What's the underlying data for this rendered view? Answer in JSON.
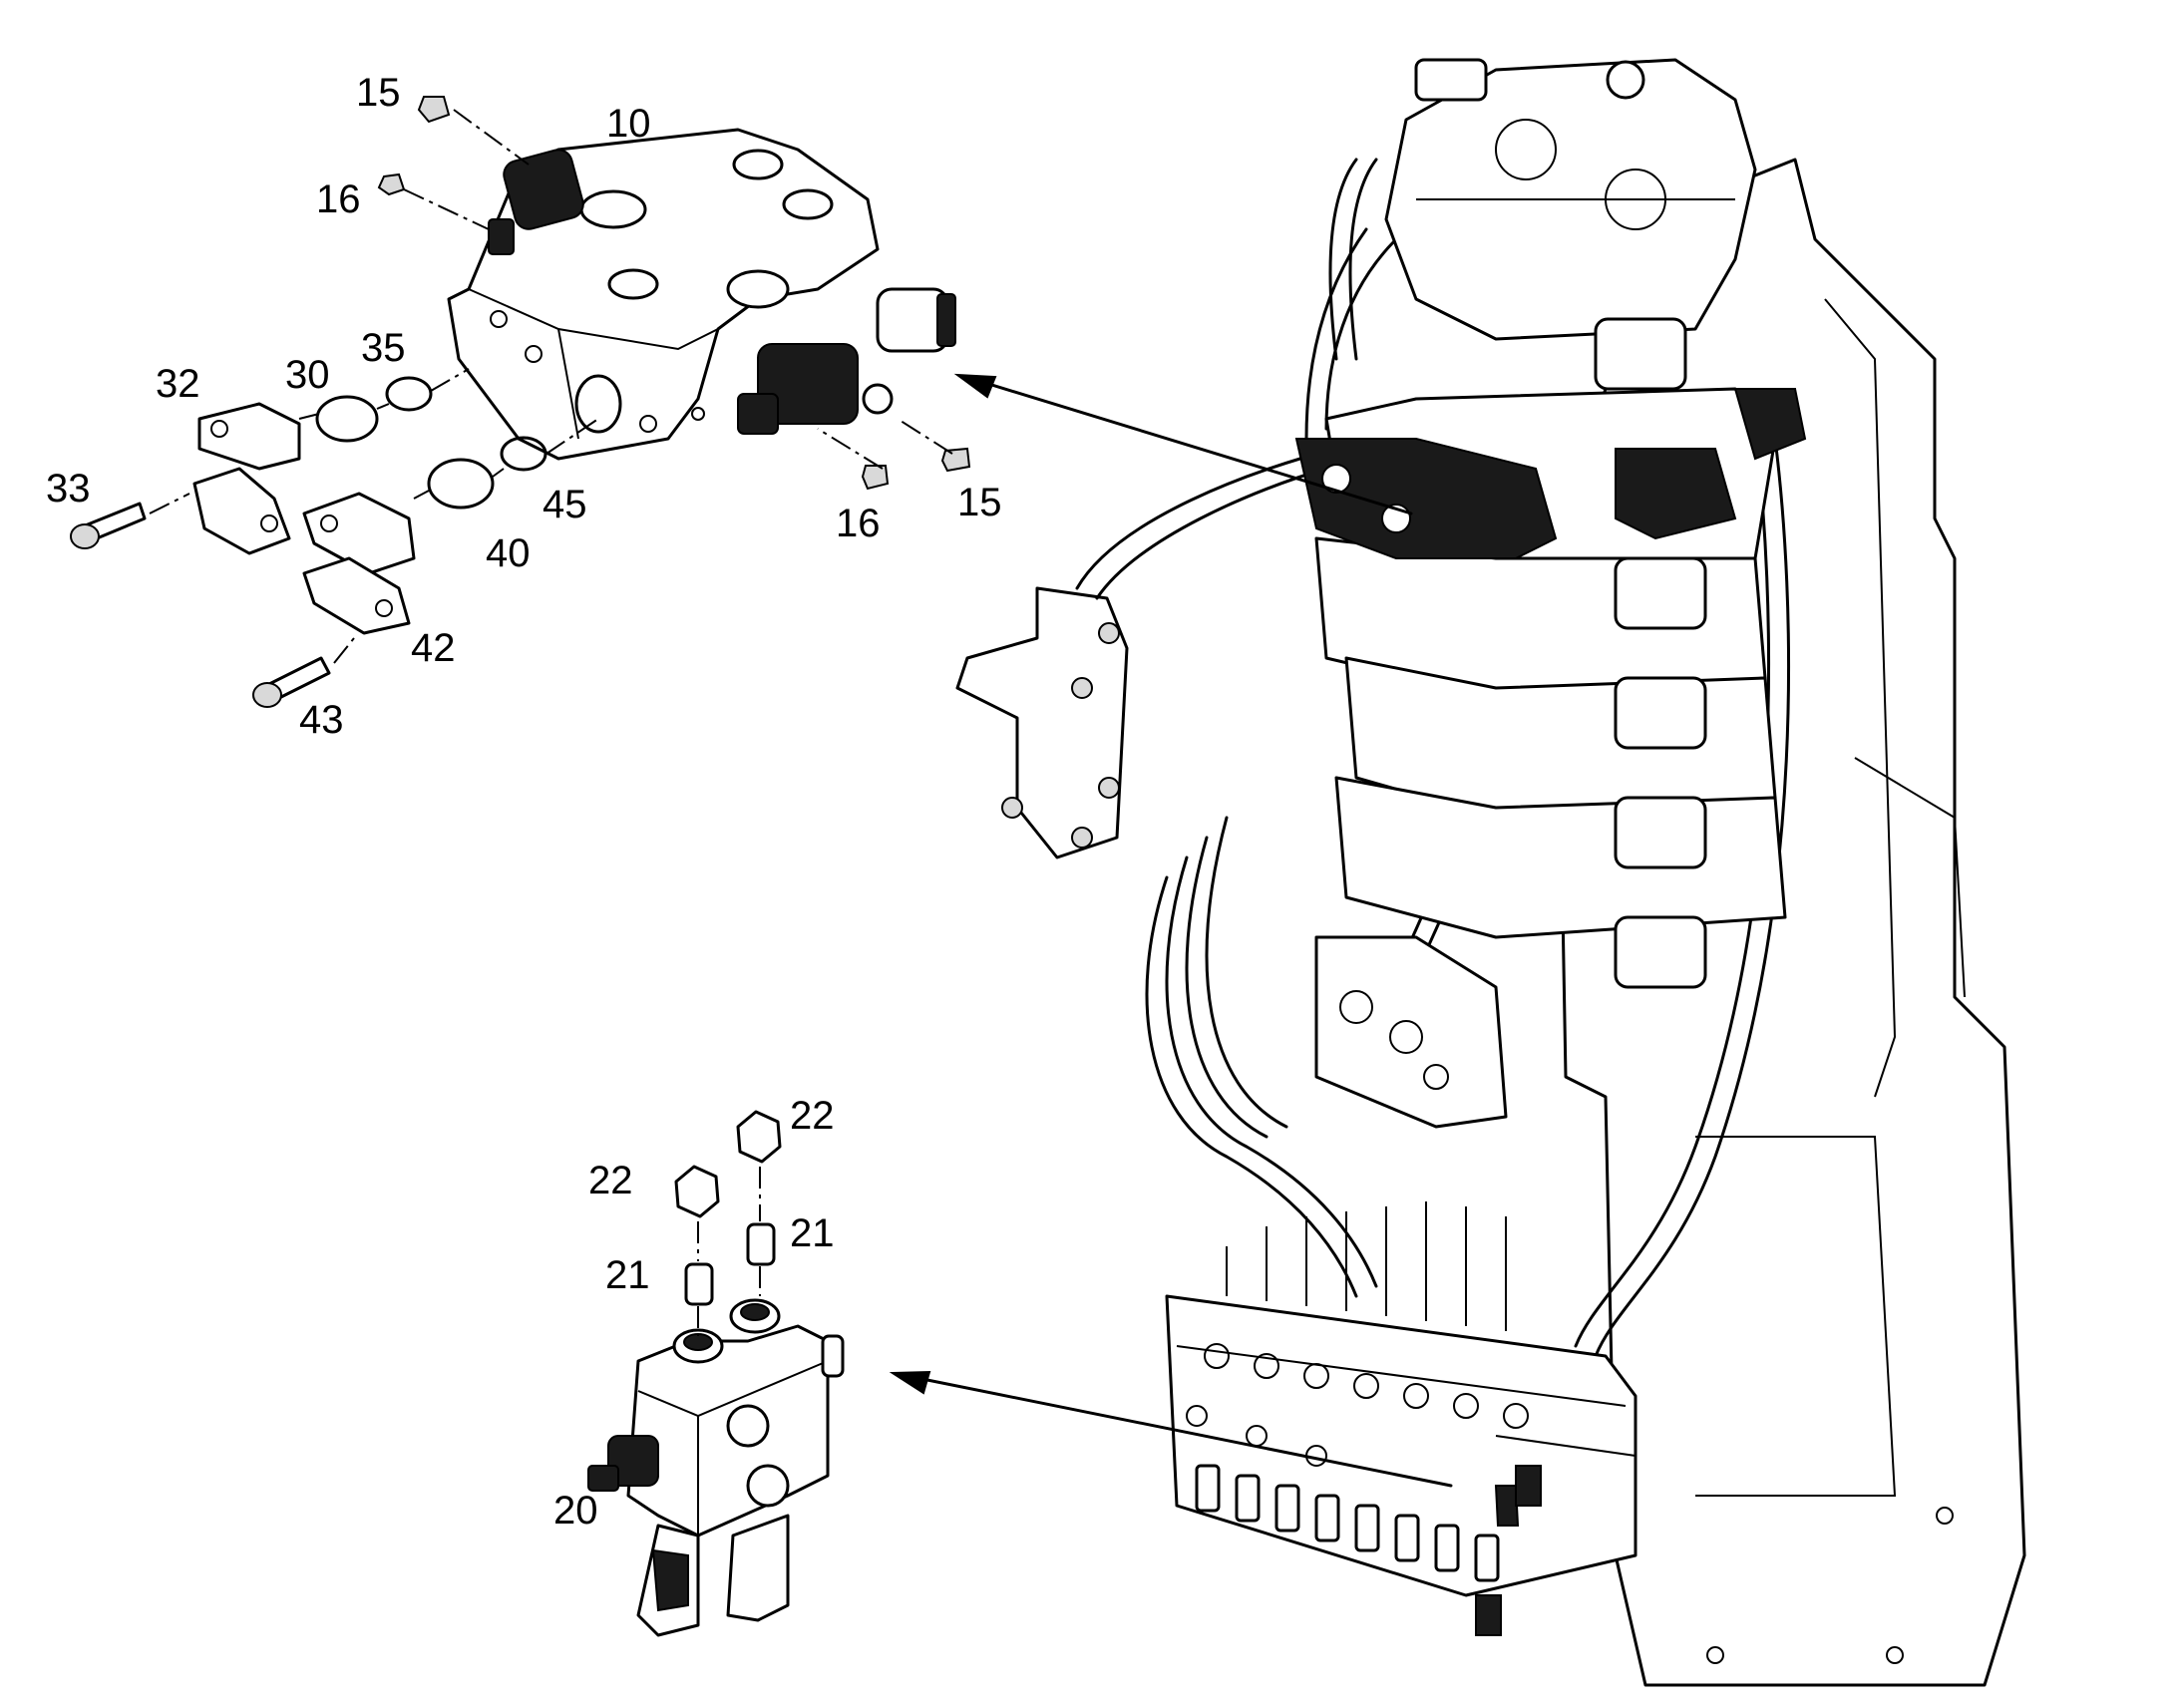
{
  "callouts": {
    "c15a": "15",
    "c10": "10",
    "c16a": "16",
    "c32": "32",
    "c30": "30",
    "c35": "35",
    "c33": "33",
    "c45": "45",
    "c40": "40",
    "c16b": "16",
    "c15b": "15",
    "c42": "42",
    "c43": "43",
    "c22a": "22",
    "c22b": "22",
    "c21a": "21",
    "c21b": "21",
    "c20": "20"
  }
}
